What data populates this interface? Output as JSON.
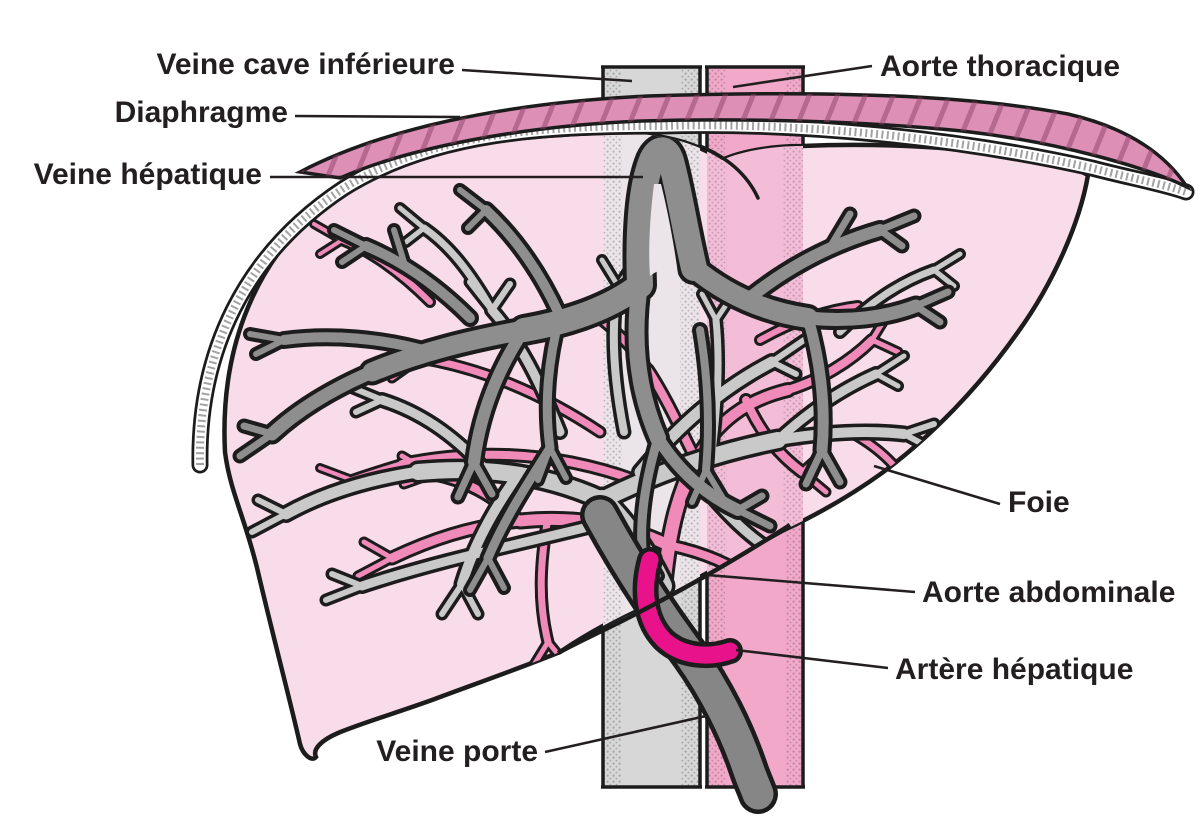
{
  "diagram": {
    "labels": {
      "veine_cave": "Veine cave inférieure",
      "aorte_thoracique": "Aorte thoracique",
      "diaphragme": "Diaphragme",
      "veine_hepatique": "Veine hépatique",
      "foie": "Foie",
      "aorte_abdominale": "Aorte abdominale",
      "artere_hepatique": "Artère hépatique",
      "veine_porte": "Veine porte"
    },
    "colors": {
      "liver": "#f9dcea",
      "diaphragm": "#dd8fb6",
      "diaphragm_hatch": "#8f4368",
      "vena_cava_band": "#d7d7d7",
      "aorta_band": "#f2a9c9",
      "vena_cava_in_liver": "#ebe4e8",
      "aorta_in_liver": "#f3bdd7",
      "hepatic_vein": "#8e8e8e",
      "portal_vein_branches": "#c9c9c9",
      "hepatic_artery_branches": "#ef8ab9",
      "hepatic_artery_trunk": "#e8138b",
      "portal_vein_trunk": "#868686",
      "outline": "#1c1c1c",
      "text": "#231f20"
    }
  }
}
